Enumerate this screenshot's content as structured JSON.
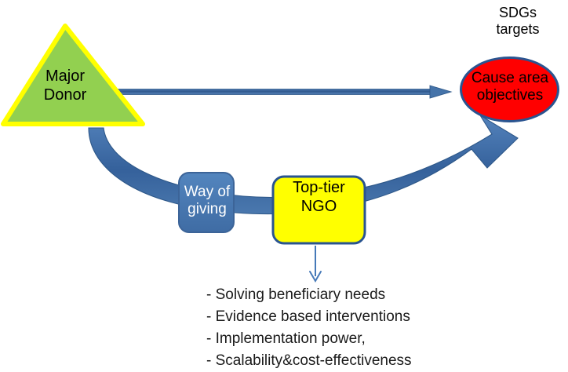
{
  "diagram": {
    "title_caption": "SDGs\ntargets",
    "nodes": {
      "donor": {
        "label": "Major\nDonor",
        "shape": "triangle",
        "fill": "#92D050",
        "stroke": "#FFFF00",
        "text_color": "#000000"
      },
      "way_of_giving": {
        "label": "Way of\ngiving",
        "shape": "rounded-rect",
        "fill": "#4B77B0",
        "stroke": "#3C6498",
        "text_color": "#FFFFFF"
      },
      "ngo": {
        "label": "Top-tier\nNGO",
        "shape": "rounded-rect",
        "fill": "#FFFF00",
        "stroke": "#2A5490",
        "text_color": "#000000"
      },
      "objectives": {
        "label": "Cause  area\nobjectives",
        "shape": "ellipse",
        "fill": "#FF0000",
        "stroke": "#2A5490",
        "text_color": "#000000"
      }
    },
    "criteria": [
      "- Solving beneficiary needs",
      "- Evidence based interventions",
      "- Implementation power,",
      "- Scalability&cost-effectiveness"
    ],
    "connectors": {
      "direct_arrow": {
        "name": "donor-to-objectives-arrow",
        "color": "#3C6498"
      },
      "curved_arrow": {
        "name": "donor-through-ngo-to-objectives-curve",
        "color": "#3C6498"
      },
      "ngo_down_arrow": {
        "name": "ngo-to-criteria-arrow",
        "color": "#4679B8"
      }
    }
  }
}
